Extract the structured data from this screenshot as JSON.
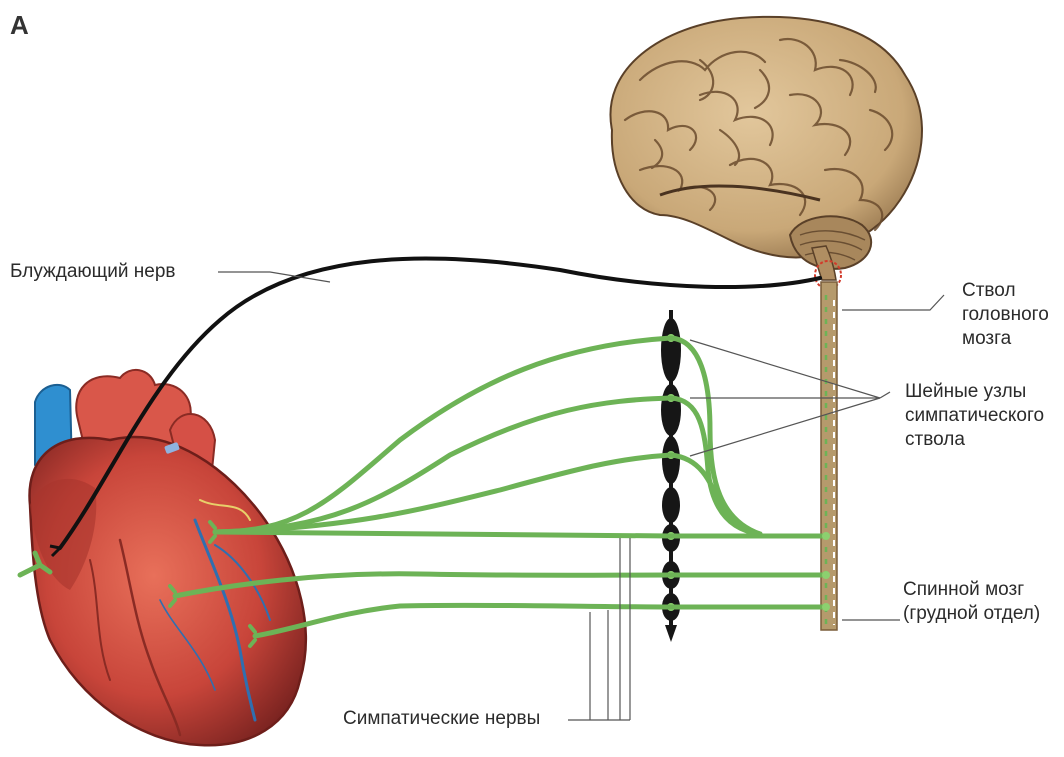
{
  "panel_label": "А",
  "labels": {
    "vagus": "Блуждающий нерв",
    "brainstem": [
      "Ствол",
      "головного",
      "мозга"
    ],
    "cervical": [
      "Шейные узлы",
      "симпатического",
      "ствола"
    ],
    "spinal": [
      "Спинной мозг",
      "(грудной отдел)"
    ],
    "sympathetic": "Симпатические нервы"
  },
  "colors": {
    "nerve_green": "#6db356",
    "vagus": "#111111",
    "heart_red": "#c8453a",
    "vein_blue": "#2f8fd0",
    "brain_tan": "#c9a878",
    "spinal_cord": "#b59a6c",
    "ganglion_chain": "#161616",
    "leader_line": "#555555"
  }
}
